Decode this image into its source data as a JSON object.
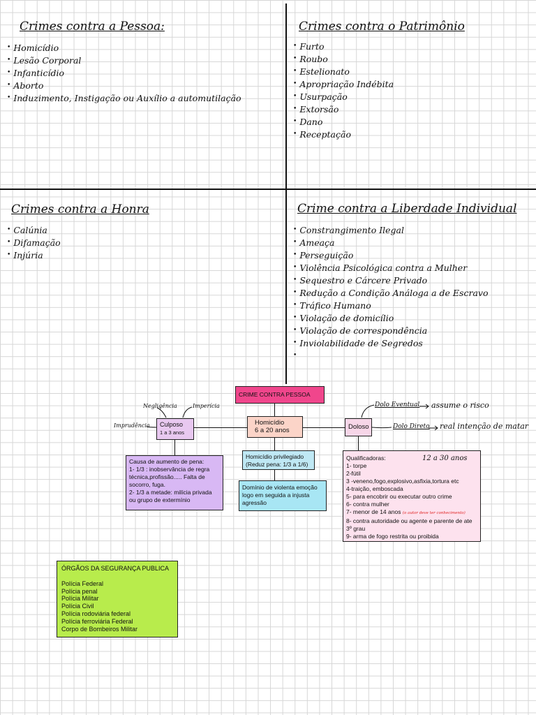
{
  "quadrants": {
    "pessoa": {
      "title": "Crimes contra a Pessoa:",
      "items": [
        "Homicídio",
        "Lesão Corporal",
        "Infanticídio",
        "Aborto",
        "Induzimento, Instigação ou Auxílio a automutilação"
      ]
    },
    "patrimonio": {
      "title": "Crimes contra o Patrimônio",
      "items": [
        "Furto",
        "Roubo",
        "Estelionato",
        "Apropriação Indébita",
        "Usurpação",
        "Extorsão",
        "Dano",
        "Receptação"
      ]
    },
    "honra": {
      "title": "Crimes contra a Honra",
      "items": [
        "Calúnia",
        "Difamação",
        "Injúria"
      ]
    },
    "liberdade": {
      "title": "Crime contra a Liberdade Individual",
      "items": [
        "Constrangimento Ilegal",
        "Ameaça",
        "Perseguição",
        "Violência Psicológica contra a Mulher",
        "Sequestro e Cárcere Privado",
        "Redução a Condição Análoga a de Escravo",
        "Tráfico Humano",
        "Violação de domicílio",
        "Violação de correspondência",
        "Inviolabilidade de Segredos",
        ""
      ]
    }
  },
  "diagram": {
    "main_title": "CRIME CONTRA PESSOA",
    "homicidio": [
      "Homicídio",
      "6 a 20 anos"
    ],
    "culposo": [
      "Culposo",
      "1 a 3 anos"
    ],
    "doloso": "Doloso",
    "negligencia": "Negligência",
    "impericia": "Imperícia",
    "imprudencia": "Imprudência",
    "dolo_eventual": "Dolo Eventual",
    "dolo_eventual_desc": "assume o risco",
    "dolo_direto": "Dolo Direto",
    "dolo_direto_desc": "real intenção de matar",
    "aumento_pena": [
      "Causa de aumento de pena:",
      "1- 1/3 : inobservância de regra",
      "técnica,profissão..... Falta de",
      "socorro, fuga.",
      "2- 1/3 a metade: milícia privada",
      "ou grupo de extermínio"
    ],
    "privilegiado": [
      "Homicídio privilegiado",
      "(Reduz pena: 1/3 a 1/6)"
    ],
    "dominio": [
      "Domínio de violenta emoção",
      "logo em seguida a injusta",
      "agressão"
    ],
    "qualificadoras_title": "Qualificadoras:",
    "qualificadoras_pena": "12 a 30 anos",
    "qualificadoras": [
      "1- torpe",
      "2-fútil",
      "3 -veneno,fogo,explosivo,asfixia,tortura etc",
      "4-traição, emboscada",
      "5- para encobrir ou executar outro crime",
      "6- contra mulher",
      "7- menor de 14 anos",
      "8- contra autoridade ou agente e parente de ate",
      "3º grau",
      "9- arma de fogo restrita ou proibida"
    ],
    "qualificadora_note": "(o autor deve ter conhecimento)"
  },
  "orgaos": {
    "title": "ÓRGÃOS DA SEGURANÇA PUBLICA",
    "items": [
      "Polícia Federal",
      "Polícia penal",
      "Polícia Militar",
      "Polícia Civil",
      "Polícia rodoviária federal",
      "Polícia ferroviária Federal",
      "Corpo de Bombeiros Militar"
    ]
  },
  "colors": {
    "title_box": "#f0468c",
    "homicidio_box": "#fbd4c8",
    "culposo_box": "#e8c8f0",
    "doloso_box": "#f7d6e8",
    "aumento_box": "#d8b8f4",
    "privilegiado_box": "#bfe8f4",
    "dominio_box": "#a8e6f4",
    "qualificadoras_box": "#fde2ee",
    "orgaos_box": "#b8ec4c",
    "note_red": "#e02020"
  }
}
